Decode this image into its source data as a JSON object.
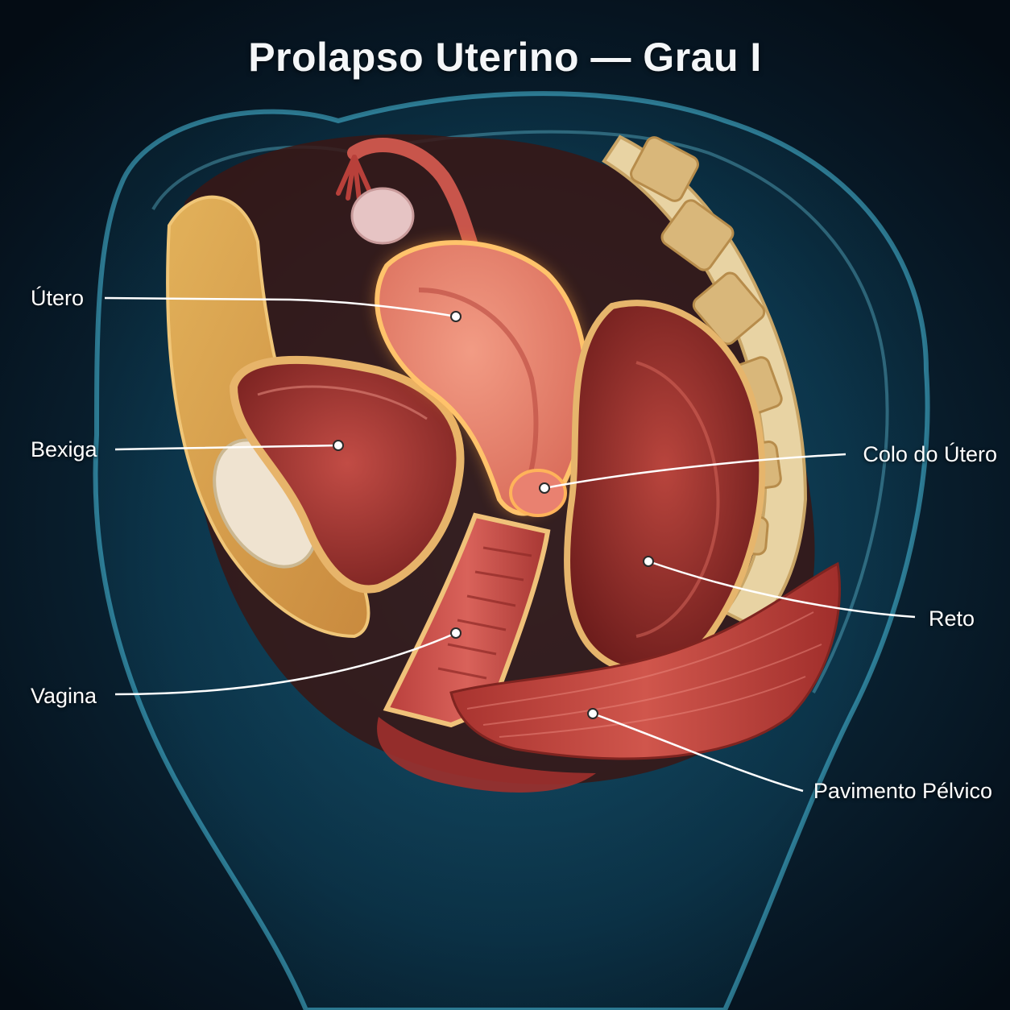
{
  "title": "Prolapso Uterino — Grau I",
  "labels": {
    "utero": "Útero",
    "bexiga": "Bexiga",
    "vagina": "Vagina",
    "colo_do_utero": "Colo do Útero",
    "reto": "Reto",
    "pavimento_pelvico": "Pavimento Pélvico"
  },
  "colors": {
    "background": "#061420",
    "body_outline": "#3fb6d6",
    "highlight_glow": "#ffa43a",
    "leader_line": "#ffffff"
  }
}
